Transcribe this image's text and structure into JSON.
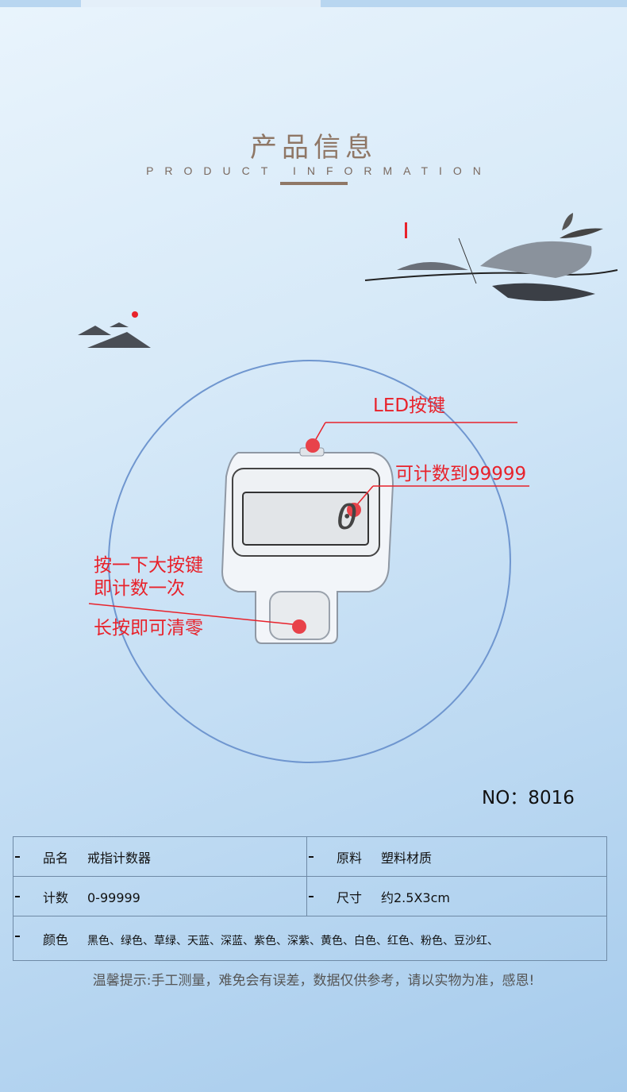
{
  "header": {
    "title": "产品信息",
    "subtitle": "PRODUCT INFORMATION"
  },
  "annotations": {
    "led": "LED按键",
    "count_to": "可计数到99999",
    "press_line1": "按一下大按键",
    "press_line2": "即计数一次",
    "long_press": "长按即可清零"
  },
  "display_value": "0",
  "model": "NO：8016",
  "specs": {
    "name_label": "品名",
    "name_value": "戒指计数器",
    "material_label": "原料",
    "material_value": "塑料材质",
    "count_label": "计数",
    "count_value": "0-99999",
    "size_label": "尺寸",
    "size_value": "约2.5X3cm",
    "color_label": "颜色",
    "color_value": "黑色、绿色、草绿、天蓝、深蓝、紫色、深紫、黄色、白色、红色、粉色、豆沙红、"
  },
  "tip": "温馨提示:手工测量，难免会有误差，数据仅供参考，请以实物为准，感恩!",
  "colors": {
    "accent": "#8f7766",
    "annotation": "#e8222b"
  }
}
